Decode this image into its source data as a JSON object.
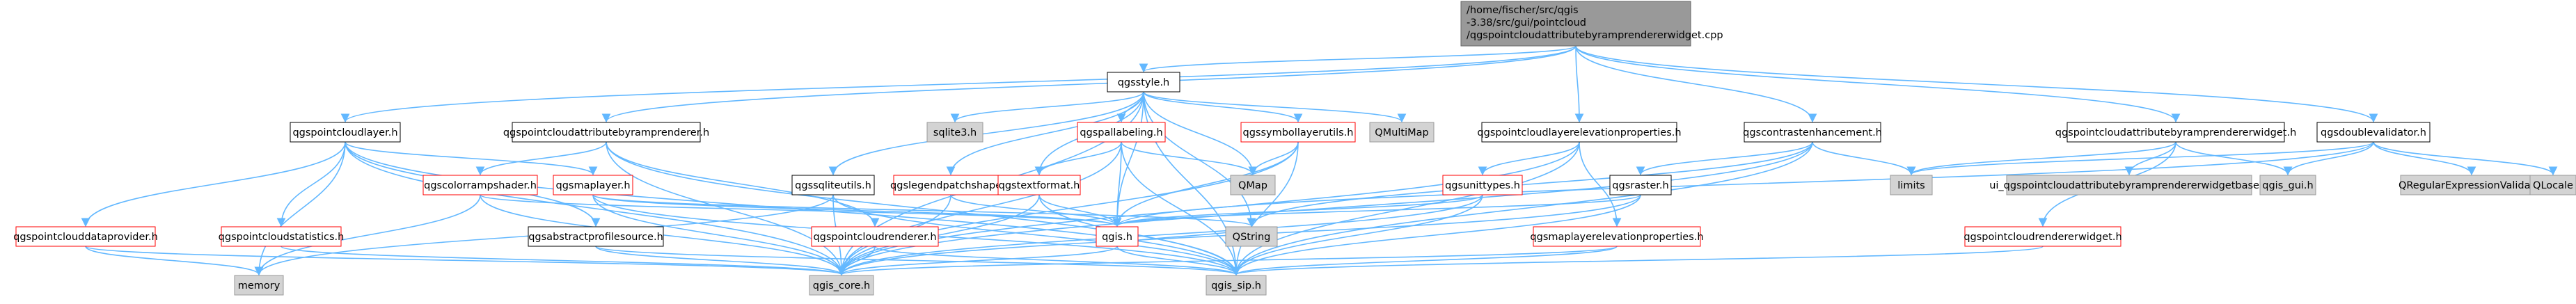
{
  "colors": {
    "edge": "#63b8ff",
    "node_border_black": "#000000",
    "node_border_red": "#ff0000",
    "node_fill_white": "#ffffff",
    "node_fill_gray": "#d3d3d3",
    "root_fill": "#999999",
    "root_border": "#666666"
  },
  "diagram": {
    "root": {
      "id": "root",
      "lines": [
        "/home/fischer/src/qgis",
        "-3.38/src/gui/pointcloud",
        "/qgspointcloudattributebyramprendererwidget.cpp"
      ]
    },
    "nodes": [
      {
        "id": "qgsstyle",
        "label": "qgsstyle.h",
        "style": "black"
      },
      {
        "id": "qgspointcloudlayer",
        "label": "qgspointcloudlayer.h",
        "style": "black"
      },
      {
        "id": "qgspointcloudattributebyramprenderer",
        "label": "qgspointcloudattributebyramprenderer.h",
        "style": "black"
      },
      {
        "id": "qgspointcloudlayerelevationproperties",
        "label": "qgspointcloudlayerelevationproperties.h",
        "style": "black"
      },
      {
        "id": "qgscontrastenhancement",
        "label": "qgscontrastenhancement.h",
        "style": "black"
      },
      {
        "id": "qgspointcloudattributebyramprendererwidget",
        "label": "qgspointcloudattributebyramprendererwidget.h",
        "style": "black"
      },
      {
        "id": "qgsdoublevalidator",
        "label": "qgsdoublevalidator.h",
        "style": "black"
      },
      {
        "id": "sqlite3",
        "label": "sqlite3.h",
        "style": "gray"
      },
      {
        "id": "qgspallabeling",
        "label": "qgspallabeling.h",
        "style": "red"
      },
      {
        "id": "qgssymbollayerutils",
        "label": "qgssymbollayerutils.h",
        "style": "red"
      },
      {
        "id": "qmultimap",
        "label": "QMultiMap",
        "style": "gray"
      },
      {
        "id": "qgscolorrampshader",
        "label": "qgscolorrampshader.h",
        "style": "red"
      },
      {
        "id": "qgsmaplayer",
        "label": "qgsmaplayer.h",
        "style": "red"
      },
      {
        "id": "qgssqliteutils",
        "label": "qgssqliteutils.h",
        "style": "black"
      },
      {
        "id": "qgslegendpatchshape",
        "label": "qgslegendpatchshape.h",
        "style": "red"
      },
      {
        "id": "qgstextformat",
        "label": "qgstextformat.h",
        "style": "red"
      },
      {
        "id": "qmap",
        "label": "QMap",
        "style": "gray"
      },
      {
        "id": "qgsunittypes",
        "label": "qgsunittypes.h",
        "style": "red"
      },
      {
        "id": "qgsraster",
        "label": "qgsraster.h",
        "style": "black"
      },
      {
        "id": "limits",
        "label": "limits",
        "style": "gray"
      },
      {
        "id": "ui_widgetbase",
        "label": "ui_qgspointcloudattributebyramprendererwidgetbase.h",
        "style": "gray"
      },
      {
        "id": "qgis_gui",
        "label": "qgis_gui.h",
        "style": "gray"
      },
      {
        "id": "qregularexpressionvalidator",
        "label": "QRegularExpressionValidator",
        "style": "gray"
      },
      {
        "id": "qlocale",
        "label": "QLocale",
        "style": "gray"
      },
      {
        "id": "qgspointclouddataprovider",
        "label": "qgspointclouddataprovider.h",
        "style": "red"
      },
      {
        "id": "qgspointcloudstatistics",
        "label": "qgspointcloudstatistics.h",
        "style": "red"
      },
      {
        "id": "qgsabstractprofilesource",
        "label": "qgsabstractprofilesource.h",
        "style": "black"
      },
      {
        "id": "qgspointcloudrenderer",
        "label": "qgspointcloudrenderer.h",
        "style": "red"
      },
      {
        "id": "qgis",
        "label": "qgis.h",
        "style": "red"
      },
      {
        "id": "qstring",
        "label": "QString",
        "style": "gray"
      },
      {
        "id": "qgsmaplayerelevationproperties",
        "label": "qgsmaplayerelevationproperties.h",
        "style": "red"
      },
      {
        "id": "qgspointcloudrendererwidget",
        "label": "qgspointcloudrendererwidget.h",
        "style": "red"
      },
      {
        "id": "memory",
        "label": "memory",
        "style": "gray"
      },
      {
        "id": "qgis_core",
        "label": "qgis_core.h",
        "style": "gray"
      },
      {
        "id": "qgis_sip",
        "label": "qgis_sip.h",
        "style": "gray"
      }
    ],
    "edges": [
      [
        "root",
        "qgsstyle"
      ],
      [
        "root",
        "qgspointcloudlayer"
      ],
      [
        "root",
        "qgspointcloudattributebyramprenderer"
      ],
      [
        "root",
        "qgspointcloudlayerelevationproperties"
      ],
      [
        "root",
        "qgscontrastenhancement"
      ],
      [
        "root",
        "qgspointcloudattributebyramprendererwidget"
      ],
      [
        "root",
        "qgsdoublevalidator"
      ],
      [
        "qgsstyle",
        "sqlite3"
      ],
      [
        "qgsstyle",
        "qgspallabeling"
      ],
      [
        "qgsstyle",
        "qgssymbollayerutils"
      ],
      [
        "qgsstyle",
        "qmultimap"
      ],
      [
        "qgsstyle",
        "qgssqliteutils"
      ],
      [
        "qgsstyle",
        "qgslegendpatchshape"
      ],
      [
        "qgsstyle",
        "qgstextformat"
      ],
      [
        "qgsstyle",
        "qmap"
      ],
      [
        "qgsstyle",
        "qgis"
      ],
      [
        "qgsstyle",
        "qstring"
      ],
      [
        "qgsstyle",
        "qgis_core"
      ],
      [
        "qgsstyle",
        "qgis_sip"
      ],
      [
        "qgspallabeling",
        "qgstextformat"
      ],
      [
        "qgspallabeling",
        "qmap"
      ],
      [
        "qgspallabeling",
        "qgis"
      ],
      [
        "qgspallabeling",
        "qgis_core"
      ],
      [
        "qgspallabeling",
        "qgis_sip"
      ],
      [
        "qgssymbollayerutils",
        "qmap"
      ],
      [
        "qgssymbollayerutils",
        "qgis"
      ],
      [
        "qgssymbollayerutils",
        "qgis_core"
      ],
      [
        "qgssymbollayerutils",
        "qgis_sip"
      ],
      [
        "qgssqliteutils",
        "memory"
      ],
      [
        "qgssqliteutils",
        "qgis_core"
      ],
      [
        "qgssqliteutils",
        "qgis_sip"
      ],
      [
        "qgslegendpatchshape",
        "qgis"
      ],
      [
        "qgslegendpatchshape",
        "qgis_core"
      ],
      [
        "qgstextformat",
        "qgis"
      ],
      [
        "qgstextformat",
        "qgis_core"
      ],
      [
        "qgstextformat",
        "qgis_sip"
      ],
      [
        "qgspointcloudlayer",
        "qgspointclouddataprovider"
      ],
      [
        "qgspointcloudlayer",
        "qgspointcloudstatistics"
      ],
      [
        "qgspointcloudlayer",
        "qgsmaplayer"
      ],
      [
        "qgspointcloudlayer",
        "qgsabstractprofilesource"
      ],
      [
        "qgspointcloudlayer",
        "qgis_core"
      ],
      [
        "qgspointcloudlayer",
        "memory"
      ],
      [
        "qgspointcloudlayer",
        "qgis_sip"
      ],
      [
        "qgspointcloudattributebyramprenderer",
        "qgscolorrampshader"
      ],
      [
        "qgspointcloudattributebyramprenderer",
        "qgspointcloudrenderer"
      ],
      [
        "qgspointcloudattributebyramprenderer",
        "qgis_core"
      ],
      [
        "qgspointcloudattributebyramprenderer",
        "qgis_sip"
      ],
      [
        "qgscolorrampshader",
        "qgis"
      ],
      [
        "qgscolorrampshader",
        "qgis_core"
      ],
      [
        "qgscolorrampshader",
        "memory"
      ],
      [
        "qgsmaplayer",
        "qgis"
      ],
      [
        "qgsmaplayer",
        "qgis_core"
      ],
      [
        "qgsmaplayer",
        "qgis_sip"
      ],
      [
        "qgsmaplayer",
        "qstring"
      ],
      [
        "qgspointclouddataprovider",
        "qgis_core"
      ],
      [
        "qgspointclouddataprovider",
        "memory"
      ],
      [
        "qgspointcloudstatistics",
        "qgis_core"
      ],
      [
        "qgsabstractprofilesource",
        "qgis_core"
      ],
      [
        "qgsabstractprofilesource",
        "qgis_sip"
      ],
      [
        "qgspointcloudrenderer",
        "qgis_core"
      ],
      [
        "qgspointcloudrenderer",
        "qgis_sip"
      ],
      [
        "qgis",
        "qgis_core"
      ],
      [
        "qgis",
        "qgis_sip"
      ],
      [
        "qgis",
        "qstring"
      ],
      [
        "qgspointcloudlayerelevationproperties",
        "qgsunittypes"
      ],
      [
        "qgspointcloudlayerelevationproperties",
        "qgsmaplayerelevationproperties"
      ],
      [
        "qgspointcloudlayerelevationproperties",
        "qgis_core"
      ],
      [
        "qgspointcloudlayerelevationproperties",
        "qgis_sip"
      ],
      [
        "qgsunittypes",
        "qgis"
      ],
      [
        "qgsunittypes",
        "qgis_core"
      ],
      [
        "qgsunittypes",
        "qgis_sip"
      ],
      [
        "qgsmaplayerelevationproperties",
        "qgis_core"
      ],
      [
        "qgsmaplayerelevationproperties",
        "qgis_sip"
      ],
      [
        "qgscontrastenhancement",
        "qgsraster"
      ],
      [
        "qgscontrastenhancement",
        "limits"
      ],
      [
        "qgscontrastenhancement",
        "qgis_core"
      ],
      [
        "qgscontrastenhancement",
        "qgis_sip"
      ],
      [
        "qgscontrastenhancement",
        "qstring"
      ],
      [
        "qgsraster",
        "qgis"
      ],
      [
        "qgsraster",
        "qgis_core"
      ],
      [
        "qgsraster",
        "qgis_sip"
      ],
      [
        "qgspointcloudattributebyramprendererwidget",
        "ui_widgetbase"
      ],
      [
        "qgspointcloudattributebyramprendererwidget",
        "qgspointcloudrendererwidget"
      ],
      [
        "qgspointcloudattributebyramprendererwidget",
        "qgis_gui"
      ],
      [
        "qgspointcloudattributebyramprendererwidget",
        "limits"
      ],
      [
        "qgspointcloudrendererwidget",
        "qgis_sip"
      ],
      [
        "qgsdoublevalidator",
        "limits"
      ],
      [
        "qgsdoublevalidator",
        "qgis_gui"
      ],
      [
        "qgsdoublevalidator",
        "qregularexpressionvalidator"
      ],
      [
        "qgsdoublevalidator",
        "qlocale"
      ],
      [
        "qgsdoublevalidator",
        "qgis"
      ]
    ]
  }
}
